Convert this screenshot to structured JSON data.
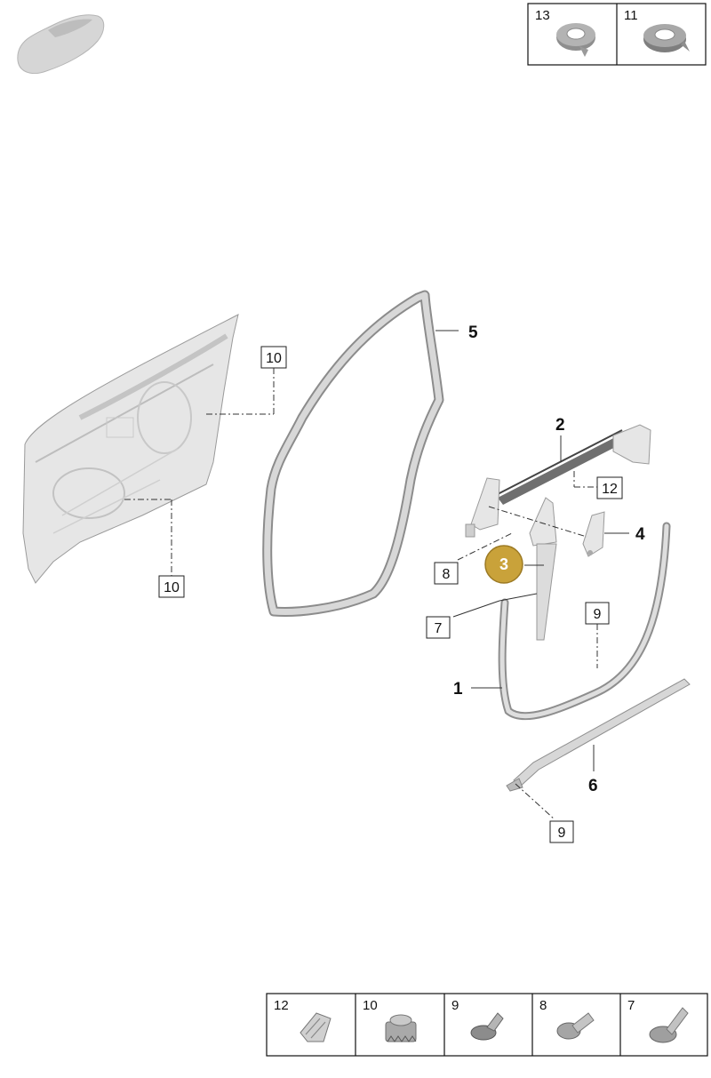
{
  "diagram": {
    "thumbnail_icon": "car-silhouette-icon",
    "callouts": [
      {
        "id": "5",
        "label": "5",
        "style": "bold"
      },
      {
        "id": "2",
        "label": "2",
        "style": "bold"
      },
      {
        "id": "4",
        "label": "4",
        "style": "bold"
      },
      {
        "id": "1",
        "label": "1",
        "style": "bold"
      },
      {
        "id": "6",
        "label": "6",
        "style": "bold"
      },
      {
        "id": "3",
        "label": "3",
        "style": "selected",
        "color": "#c9a23a"
      },
      {
        "id": "10a",
        "label": "10",
        "style": "boxed"
      },
      {
        "id": "10b",
        "label": "10",
        "style": "boxed"
      },
      {
        "id": "12",
        "label": "12",
        "style": "boxed"
      },
      {
        "id": "8",
        "label": "8",
        "style": "boxed"
      },
      {
        "id": "7",
        "label": "7",
        "style": "boxed"
      },
      {
        "id": "9a",
        "label": "9",
        "style": "boxed"
      },
      {
        "id": "9b",
        "label": "9",
        "style": "boxed"
      }
    ],
    "top_legend": [
      {
        "label": "13",
        "icon": "tape-roll-icon"
      },
      {
        "label": "11",
        "icon": "tape-roll-icon"
      }
    ],
    "bottom_legend": [
      {
        "label": "12",
        "icon": "spring-clip-icon"
      },
      {
        "label": "10",
        "icon": "grommet-nut-icon"
      },
      {
        "label": "9",
        "icon": "push-clip-icon"
      },
      {
        "label": "8",
        "icon": "flange-screw-icon"
      },
      {
        "label": "7",
        "icon": "washer-screw-icon"
      }
    ],
    "colors": {
      "selected_callout": "#c9a23a",
      "part_gray": "#e6e6e6",
      "line": "#333333"
    }
  }
}
